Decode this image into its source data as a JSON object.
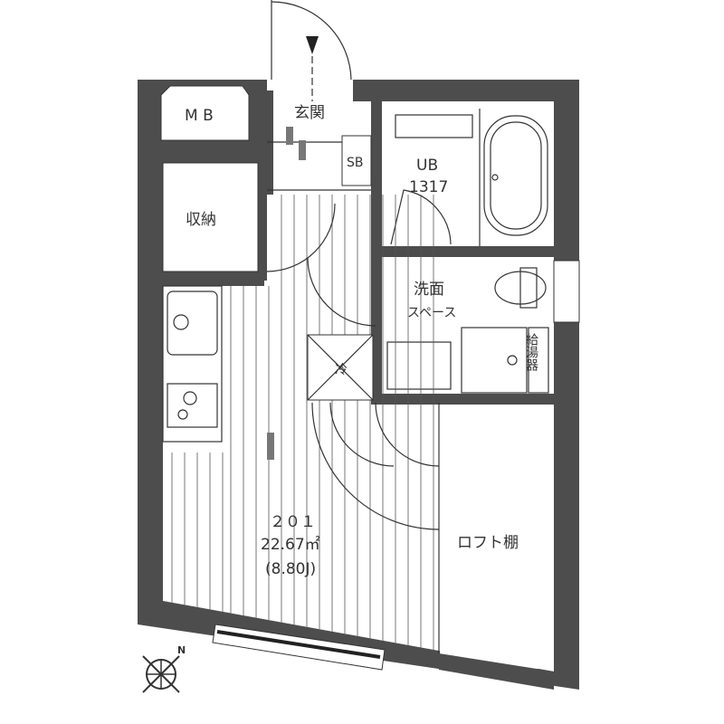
{
  "plan": {
    "wall_color": "#4d4d4d",
    "rooms": {
      "mb": "M B",
      "entrance": "玄関",
      "shoe_box": "SB",
      "storage": "収納",
      "bath": "UB",
      "bath_size": "1317",
      "washroom_line1": "洗面",
      "washroom_line2": "スペース",
      "water_heater": "給湯器",
      "fridge": "冷",
      "loft": "ロフト棚"
    },
    "unit": {
      "number": "２０１",
      "area": "22.67㎡",
      "tatami": "(8.80J)"
    },
    "compass": {
      "north_label": "N"
    }
  }
}
